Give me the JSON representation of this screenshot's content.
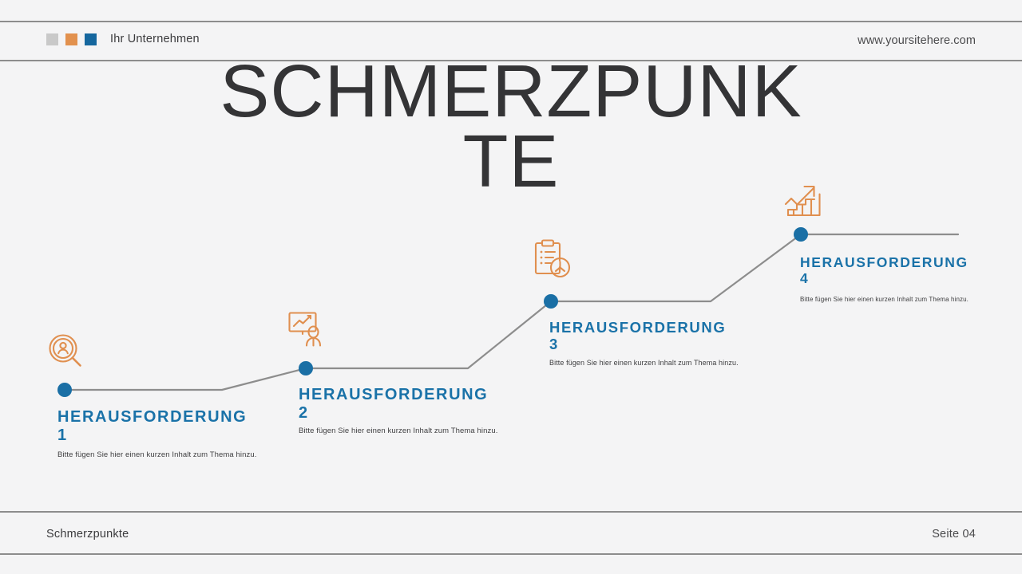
{
  "header": {
    "company": "Ihr Unternehmen",
    "url": "www.yoursitehere.com",
    "swatches": [
      {
        "name": "swatch-gray",
        "color": "#c9c9c9"
      },
      {
        "name": "swatch-orange",
        "color": "#e2914e"
      },
      {
        "name": "swatch-blue",
        "color": "#15679e"
      }
    ]
  },
  "title": "SCHMERZPUNKTE",
  "theme": {
    "accent_blue": "#1a72a8",
    "node_blue": "#1a6fa5",
    "accent_orange": "#e08f4f",
    "line_gray": "#8d8d8d",
    "background": "#f4f4f5",
    "title_color": "#343436"
  },
  "steps": [
    {
      "heading": "HERAUSFORDERUNG 1",
      "description": "Bitte fügen Sie hier einen kurzen Inhalt zum Thema hinzu.",
      "icon": "user-search-icon"
    },
    {
      "heading": "HERAUSFORDERUNG 2",
      "description": "Bitte fügen Sie hier einen kurzen Inhalt zum Thema hinzu.",
      "icon": "presentation-chart-icon"
    },
    {
      "heading": "HERAUSFORDERUNG 3",
      "description": "Bitte fügen Sie hier einen kurzen Inhalt zum Thema hinzu.",
      "icon": "clipboard-clock-icon"
    },
    {
      "heading": "HERAUSFORDERUNG 4",
      "description": "Bitte fügen Sie hier einen kurzen Inhalt zum Thema hinzu.",
      "icon": "stairs-arrow-up-icon"
    }
  ],
  "footer": {
    "left": "Schmerzpunkte",
    "right": "Seite 04"
  }
}
